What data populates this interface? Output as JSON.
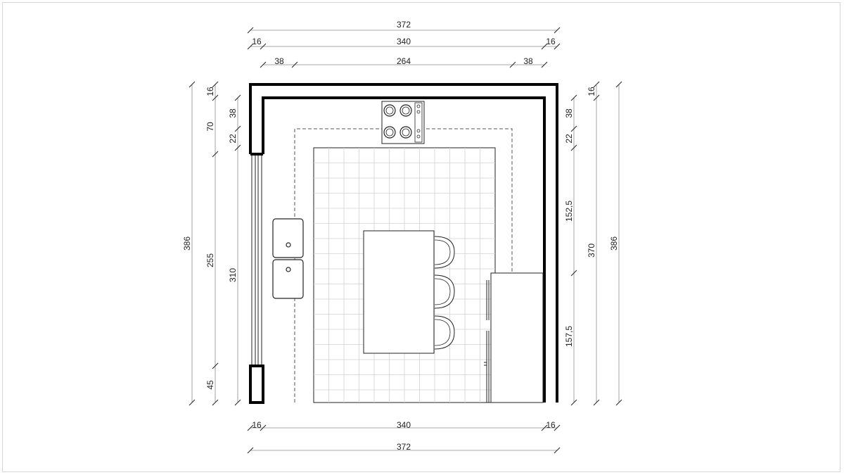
{
  "diagram": {
    "dimensions": {
      "top_total": "372",
      "top_left_wall": "16",
      "top_inner": "340",
      "top_right_wall": "16",
      "top_left_counter": "38",
      "top_center": "264",
      "top_right_counter": "38",
      "bottom_left_wall": "16",
      "bottom_inner": "340",
      "bottom_right_wall": "16",
      "bottom_total": "372",
      "left_total": "386",
      "left_wall_top": "16",
      "left_counter_depth": "38",
      "left_upper": "70",
      "left_gap": "22",
      "left_window": "255",
      "left_run": "310",
      "left_bottom": "45",
      "right_wall_top": "16",
      "right_counter_depth": "38",
      "right_gap": "22",
      "right_upper": "152,5",
      "right_lower": "157,5",
      "right_inner": "370",
      "right_total": "386"
    }
  }
}
